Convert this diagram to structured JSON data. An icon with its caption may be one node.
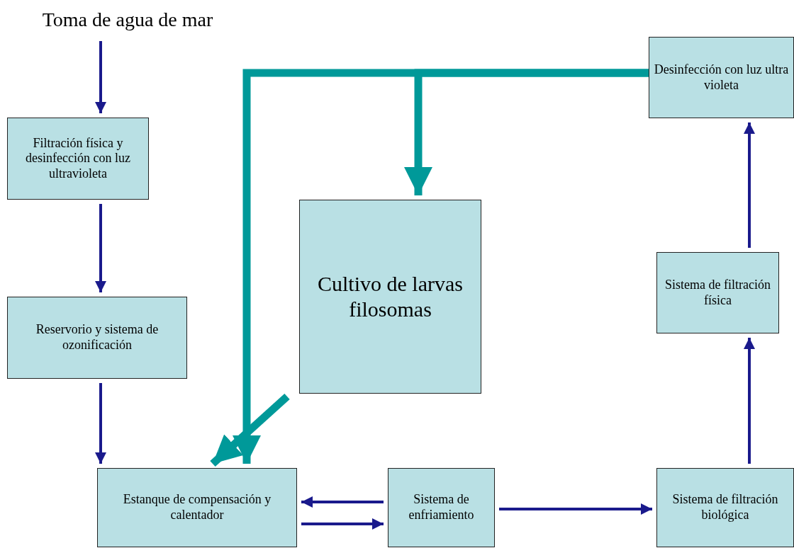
{
  "diagram": {
    "nodes": [
      {
        "text": [
          "Toma de agua de mar"
        ]
      },
      {
        "text": [
          "Filtración física y desinfección con luz ultravioleta"
        ]
      },
      {
        "text": [
          "Reservorio y sistema de ozonificación"
        ]
      },
      {
        "text": [
          "Estanque de compensación y calentador"
        ]
      },
      {
        "text": [
          "Sistema de enfriamiento"
        ]
      },
      {
        "text": [
          "Cultivo de larvas filosomas"
        ]
      },
      {
        "text": [
          "Sistema de filtración biológica"
        ]
      },
      {
        "text": [
          "Sistema de filtración física"
        ]
      },
      {
        "text": [
          "Desinfección con luz ultra violeta"
        ]
      }
    ],
    "edges": [
      {
        "from": 0,
        "to": 1,
        "arrow": "to"
      },
      {
        "from": 1,
        "to": 2,
        "arrow": "to"
      },
      {
        "from": 2,
        "to": 3,
        "arrow": "to"
      },
      {
        "from": 4,
        "to": 3,
        "arrow": "to"
      },
      {
        "from": 3,
        "to": 4,
        "arrow": "to"
      },
      {
        "from": 4,
        "to": 6,
        "arrow": "to"
      },
      {
        "from": 6,
        "to": 7,
        "arrow": "to"
      },
      {
        "from": 7,
        "to": 8,
        "arrow": "to"
      },
      {
        "from": 8,
        "to": 5,
        "arrow": "to",
        "style": "thick",
        "color": "#009999"
      },
      {
        "from": 8,
        "to": 3,
        "arrow": "to",
        "style": "thick",
        "color": "#009999"
      },
      {
        "from": 5,
        "to": 3,
        "arrow": "to",
        "style": "thick",
        "color": "#009999"
      }
    ]
  }
}
